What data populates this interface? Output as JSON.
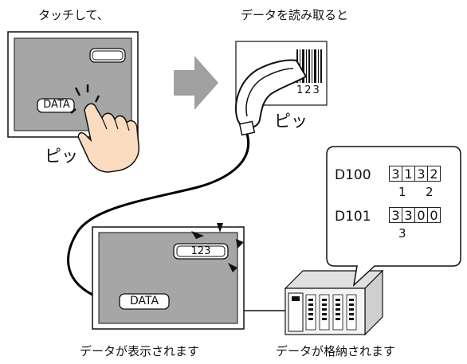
{
  "captions": {
    "touch": "タッチして、",
    "read": "データを読み取ると",
    "pi_touch": "ピッ",
    "pi_scanner": "ピッ",
    "displayed": "データが表示されます",
    "stored": "データが格納されます"
  },
  "touch_panel": {
    "button_label": "DATA"
  },
  "barcode": {
    "number": "123"
  },
  "display_panel": {
    "value": "123",
    "button_label": "DATA"
  },
  "plc_memory": {
    "rows": [
      {
        "address": "D100",
        "cells": [
          "3",
          "1",
          "3",
          "2"
        ],
        "notes": [
          "1",
          "2"
        ]
      },
      {
        "address": "D101",
        "cells": [
          "3",
          "3",
          "0",
          "0"
        ],
        "notes": [
          "3"
        ]
      }
    ]
  },
  "colors": {
    "panel_screen": "#a6a6a6",
    "arrow": "#a0a0a0",
    "line": "#000000"
  }
}
